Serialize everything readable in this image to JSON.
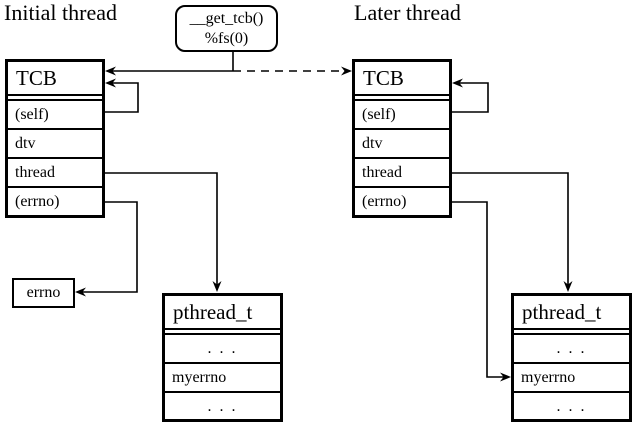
{
  "labels": {
    "initial_thread": "Initial thread",
    "later_thread": "Later thread"
  },
  "get_tcb_box": {
    "line1": "__get_tcb()",
    "line2": "%fs(0)"
  },
  "tcb_initial": {
    "title": "TCB",
    "rows": [
      "(self)",
      "dtv",
      "thread",
      "(errno)"
    ]
  },
  "tcb_later": {
    "title": "TCB",
    "rows": [
      "(self)",
      "dtv",
      "thread",
      "(errno)"
    ]
  },
  "errno_box": {
    "label": "errno"
  },
  "pthread_initial": {
    "title": "pthread_t",
    "rows": [
      ". . .",
      "myerrno",
      ". . ."
    ]
  },
  "pthread_later": {
    "title": "pthread_t",
    "rows": [
      ". . .",
      "myerrno",
      ". . ."
    ]
  },
  "colors": {
    "line": "#000000",
    "background": "#ffffff"
  }
}
